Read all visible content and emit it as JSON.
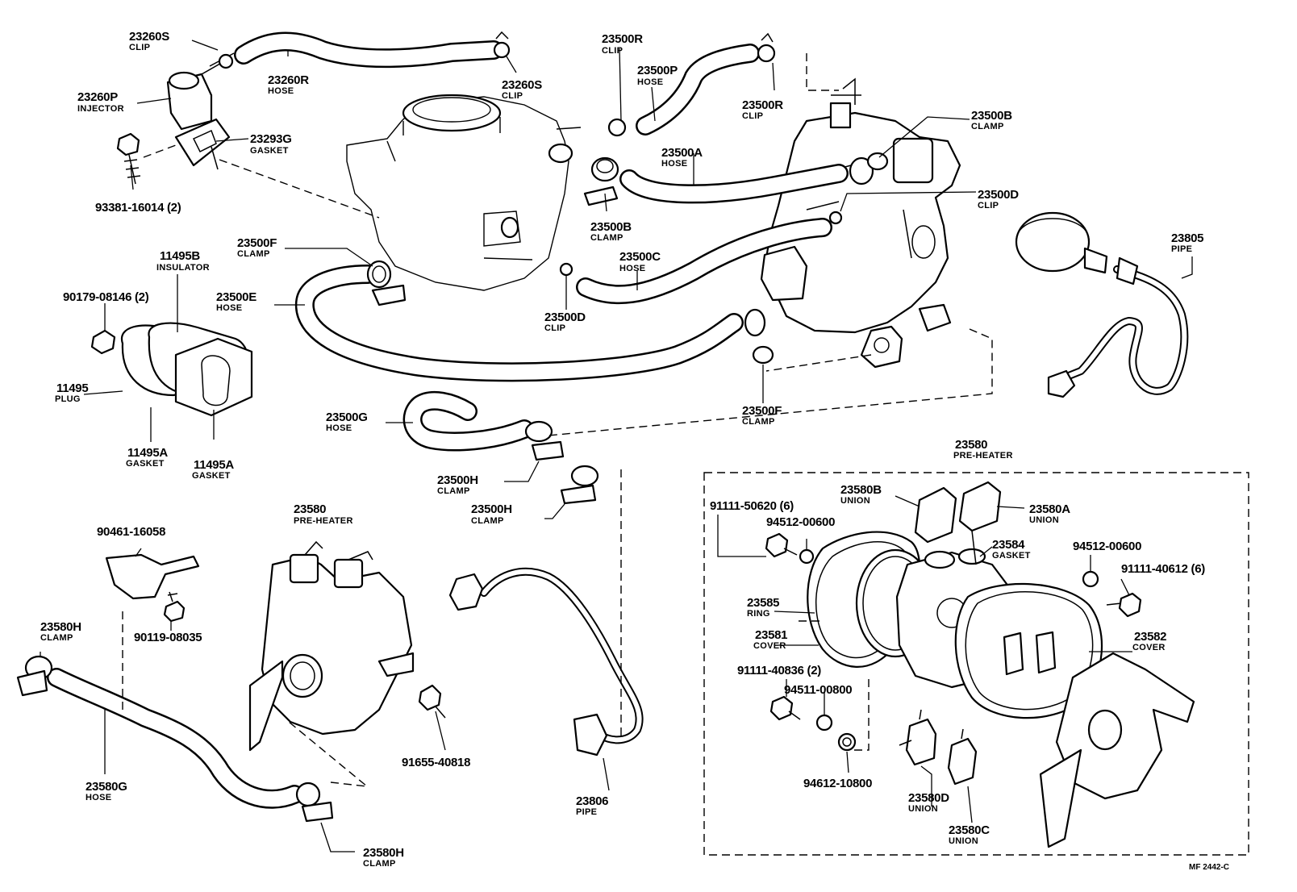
{
  "diagram": {
    "reference_code": "MF 2442-C",
    "labels": [
      {
        "id": "23260s-a",
        "number": "23260S",
        "desc": "CLIP"
      },
      {
        "id": "23260r",
        "number": "23260R",
        "desc": "HOSE"
      },
      {
        "id": "23260s-b",
        "number": "23260S",
        "desc": "CLIP"
      },
      {
        "id": "23260p",
        "number": "23260P",
        "desc": "INJECTOR"
      },
      {
        "id": "23293g",
        "number": "23293G",
        "desc": "GASKET"
      },
      {
        "id": "93381",
        "number": "93381-16014 (2)",
        "desc": ""
      },
      {
        "id": "23500r-a",
        "number": "23500R",
        "desc": "CLIP"
      },
      {
        "id": "23500p",
        "number": "23500P",
        "desc": "HOSE"
      },
      {
        "id": "23500r-b",
        "number": "23500R",
        "desc": "CLIP"
      },
      {
        "id": "23500b-a",
        "number": "23500B",
        "desc": "CLAMP"
      },
      {
        "id": "23500a",
        "number": "23500A",
        "desc": "HOSE"
      },
      {
        "id": "23500d-a",
        "number": "23500D",
        "desc": "CLIP"
      },
      {
        "id": "23500b-b",
        "number": "23500B",
        "desc": "CLAMP"
      },
      {
        "id": "23500c",
        "number": "23500C",
        "desc": "HOSE"
      },
      {
        "id": "23500d-b",
        "number": "23500D",
        "desc": "CLIP"
      },
      {
        "id": "23500f-a",
        "number": "23500F",
        "desc": "CLAMP"
      },
      {
        "id": "23500e",
        "number": "23500E",
        "desc": "HOSE"
      },
      {
        "id": "23500f-b",
        "number": "23500F",
        "desc": "CLAMP"
      },
      {
        "id": "11495b",
        "number": "11495B",
        "desc": "INSULATOR"
      },
      {
        "id": "90179",
        "number": "90179-08146 (2)",
        "desc": ""
      },
      {
        "id": "11495",
        "number": "11495",
        "desc": "PLUG"
      },
      {
        "id": "11495a-a",
        "number": "11495A",
        "desc": "GASKET"
      },
      {
        "id": "11495a-b",
        "number": "11495A",
        "desc": "GASKET"
      },
      {
        "id": "23805",
        "number": "23805",
        "desc": "PIPE"
      },
      {
        "id": "23500g",
        "number": "23500G",
        "desc": "HOSE"
      },
      {
        "id": "23500h-a",
        "number": "23500H",
        "desc": "CLAMP"
      },
      {
        "id": "23500h-b",
        "number": "23500H",
        "desc": "CLAMP"
      },
      {
        "id": "23580-a",
        "number": "23580",
        "desc": "PRE-HEATER"
      },
      {
        "id": "23580-b",
        "number": "23580",
        "desc": "PRE-HEATER"
      },
      {
        "id": "90461",
        "number": "90461-16058",
        "desc": ""
      },
      {
        "id": "90119",
        "number": "90119-08035",
        "desc": ""
      },
      {
        "id": "23580h-a",
        "number": "23580H",
        "desc": "CLAMP"
      },
      {
        "id": "23580g",
        "number": "23580G",
        "desc": "HOSE"
      },
      {
        "id": "91655",
        "number": "91655-40818",
        "desc": ""
      },
      {
        "id": "23580h-b",
        "number": "23580H",
        "desc": "CLAMP"
      },
      {
        "id": "23806",
        "number": "23806",
        "desc": "PIPE"
      },
      {
        "id": "23580b",
        "number": "23580B",
        "desc": "UNION"
      },
      {
        "id": "23580a",
        "number": "23580A",
        "desc": "UNION"
      },
      {
        "id": "91111-50620",
        "number": "91111-50620 (6)",
        "desc": ""
      },
      {
        "id": "94512-a",
        "number": "94512-00600",
        "desc": ""
      },
      {
        "id": "23584",
        "number": "23584",
        "desc": "GASKET"
      },
      {
        "id": "94512-b",
        "number": "94512-00600",
        "desc": ""
      },
      {
        "id": "91111-40612",
        "number": "91111-40612 (6)",
        "desc": ""
      },
      {
        "id": "23585",
        "number": "23585",
        "desc": "RING"
      },
      {
        "id": "23581",
        "number": "23581",
        "desc": "COVER"
      },
      {
        "id": "23582",
        "number": "23582",
        "desc": "COVER"
      },
      {
        "id": "91111-40836",
        "number": "91111-40836 (2)",
        "desc": ""
      },
      {
        "id": "94511",
        "number": "94511-00800",
        "desc": ""
      },
      {
        "id": "94612",
        "number": "94612-10800",
        "desc": ""
      },
      {
        "id": "23580d",
        "number": "23580D",
        "desc": "UNION"
      },
      {
        "id": "23580c",
        "number": "23580C",
        "desc": "UNION"
      }
    ]
  }
}
